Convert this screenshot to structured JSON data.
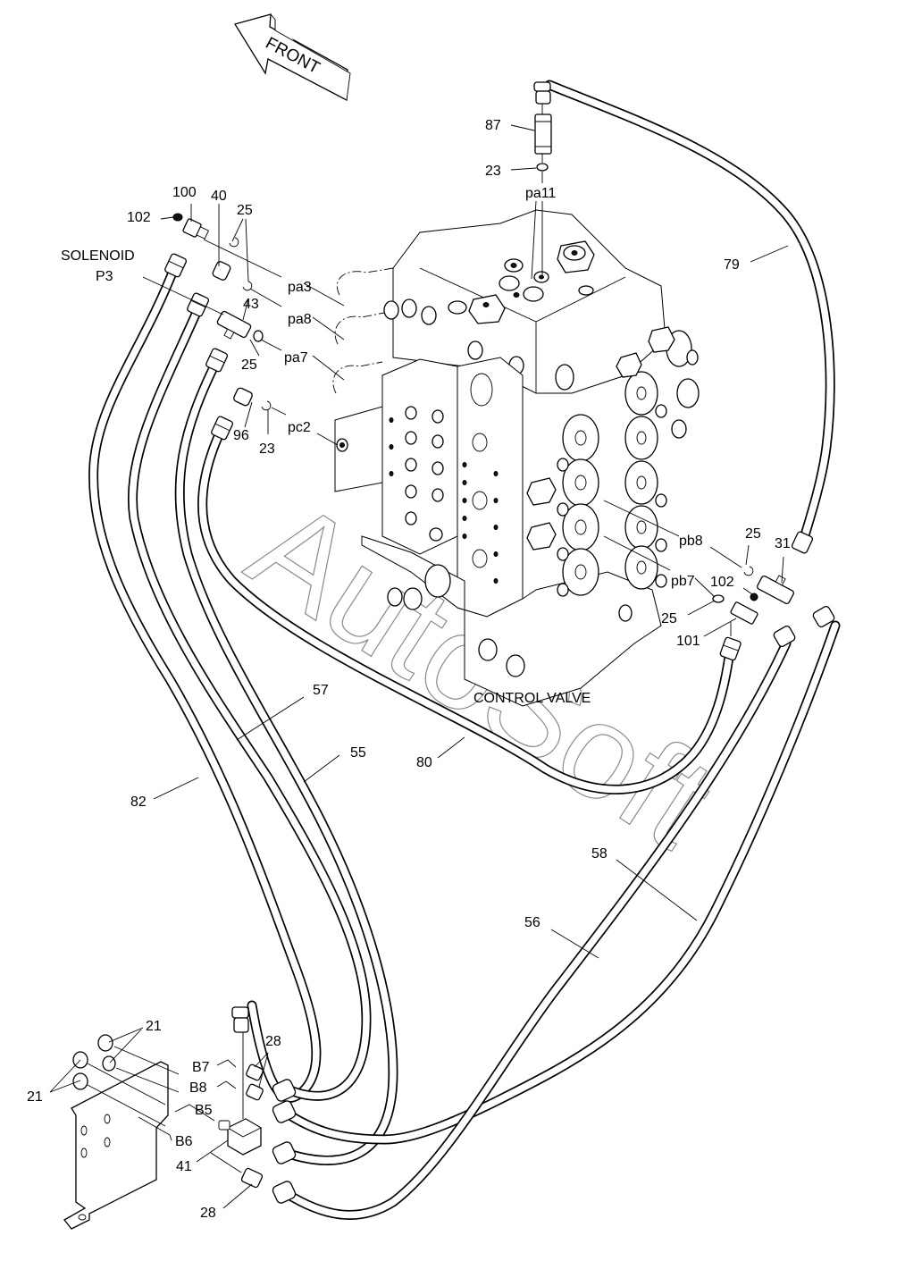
{
  "diagram": {
    "title": "Control valve pilot hose routing (exploded parts view)",
    "orientation_label": "FRONT",
    "main_component_label": "CONTROL VALVE",
    "solenoid_label_line1": "SOLENOID",
    "solenoid_label_line2": "P3",
    "watermark": "AutoSoft",
    "colors": {
      "line": "#000000",
      "background": "#ffffff",
      "watermark": "#8a8a8a"
    }
  },
  "port_labels": {
    "pa11": "pa11",
    "pa3": "pa3",
    "pa8": "pa8",
    "pa7": "pa7",
    "pc2": "pc2",
    "pb8": "pb8",
    "pb7": "pb7",
    "B7": "B7",
    "B8": "B8",
    "B5": "B5",
    "B6": "B6"
  },
  "part_callouts": {
    "p87": "87",
    "p23_top": "23",
    "p100": "100",
    "p40": "40",
    "p25_top": "25",
    "p102_left": "102",
    "p43": "43",
    "p25_mid": "25",
    "p96": "96",
    "p23_mid": "23",
    "p79": "79",
    "p25_right_top": "25",
    "p31": "31",
    "p102_right": "102",
    "p25_right_bottom": "25",
    "p101": "101",
    "p57": "57",
    "p55": "55",
    "p80": "80",
    "p82": "82",
    "p58": "58",
    "p56": "56",
    "p21_top": "21",
    "p21_left": "21",
    "p28_top": "28",
    "p41": "41",
    "p28_bottom": "28"
  }
}
